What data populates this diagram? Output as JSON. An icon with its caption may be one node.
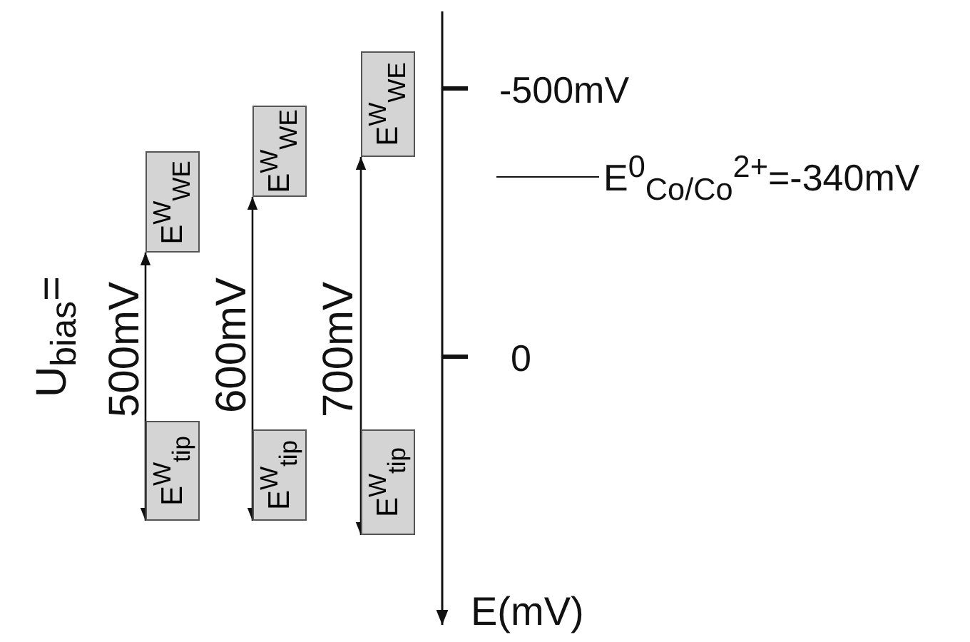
{
  "diagram": {
    "nodes": [
      {
        "text": [
          "E$^{W}$$_{WE}$"
        ]
      },
      {
        "text": [
          "E$^{W}$$_{tip}$"
        ]
      },
      {
        "text": [
          "E$^{W}$$_{WE}$"
        ]
      },
      {
        "text": [
          "E$^{W}$$_{tip}$"
        ]
      },
      {
        "text": [
          "E$^{W}$$_{WE}$"
        ]
      },
      {
        "text": [
          "E$^{W}$$_{tip}$"
        ]
      }
    ],
    "edges": [
      {
        "from": 1,
        "to": 0,
        "arrow": "both",
        "label": "500mV"
      },
      {
        "from": 3,
        "to": 2,
        "arrow": "both",
        "label": "600mV"
      },
      {
        "from": 5,
        "to": 4,
        "arrow": "both",
        "label": "700mV"
      }
    ],
    "labels": [
      "U$_{bias}$=",
      "-500mV",
      "E$^{0}$$_{Co/Co}$$^{2+}$=-340mV",
      "0",
      "E(mV)"
    ]
  }
}
